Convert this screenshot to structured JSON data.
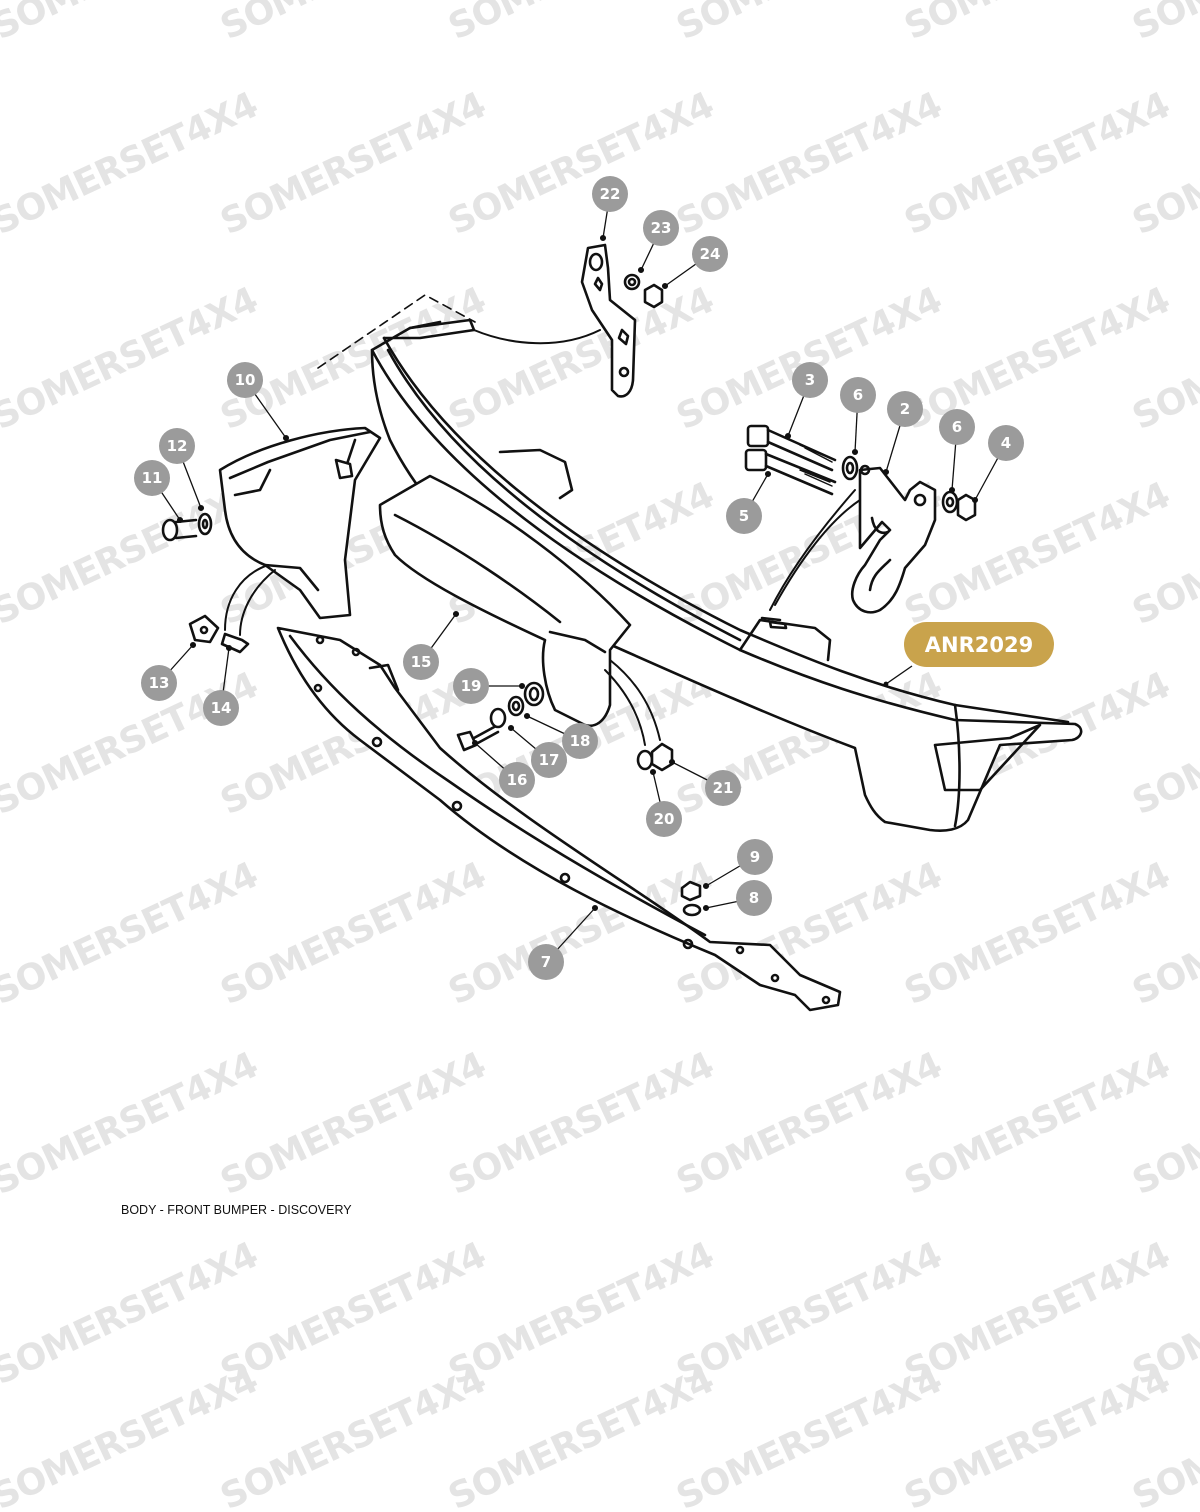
{
  "caption": "BODY - FRONT BUMPER - DISCOVERY",
  "watermark": "SOMERSET4X4",
  "assembly_part": "ANR2029",
  "callouts": [
    "22",
    "23",
    "24",
    "10",
    "12",
    "11",
    "3",
    "6",
    "2",
    "6",
    "4",
    "5",
    "15",
    "19",
    "18",
    "17",
    "16",
    "21",
    "20",
    "13",
    "14",
    "9",
    "8",
    "7"
  ],
  "colors": {
    "callout": "#9b9b9b",
    "assembly": "#c9a34c",
    "line": "#111111",
    "watermark": "#e4e4e4"
  }
}
